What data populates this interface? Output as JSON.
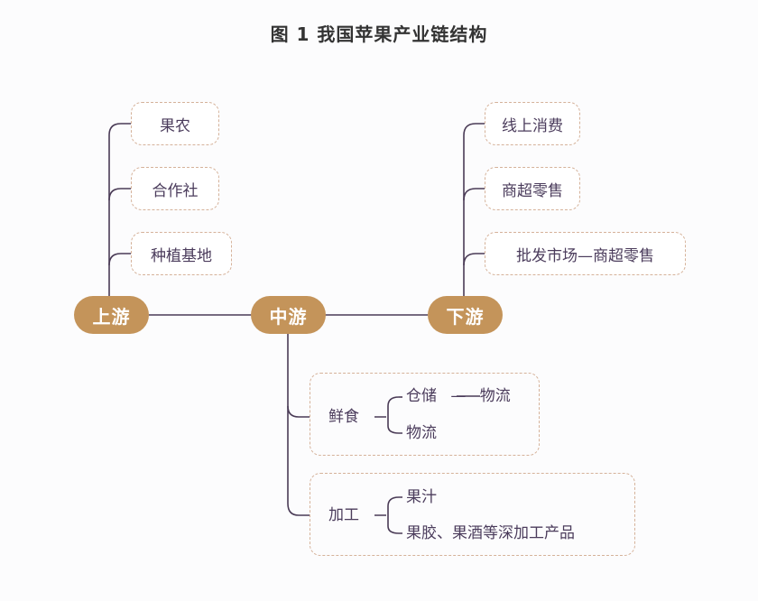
{
  "title": "图 1  我国苹果产业链结构",
  "colors": {
    "pill": "#c4945a",
    "dashed_border": "#d5b29a",
    "line": "#4a3b56",
    "text": "#4b3c5c"
  },
  "upstream": {
    "label": "上游",
    "items": [
      "果农",
      "合作社",
      "种植基地"
    ]
  },
  "midstream": {
    "label": "中游",
    "fresh": {
      "label": "鲜食",
      "branches": [
        "仓储 — 物流",
        "物流"
      ]
    },
    "processing": {
      "label": "加工",
      "branches": [
        "果汁",
        "果胶、果酒等深加工产品"
      ]
    }
  },
  "downstream": {
    "label": "下游",
    "items": [
      "线上消费",
      "商超零售",
      "批发市场—商超零售"
    ]
  }
}
